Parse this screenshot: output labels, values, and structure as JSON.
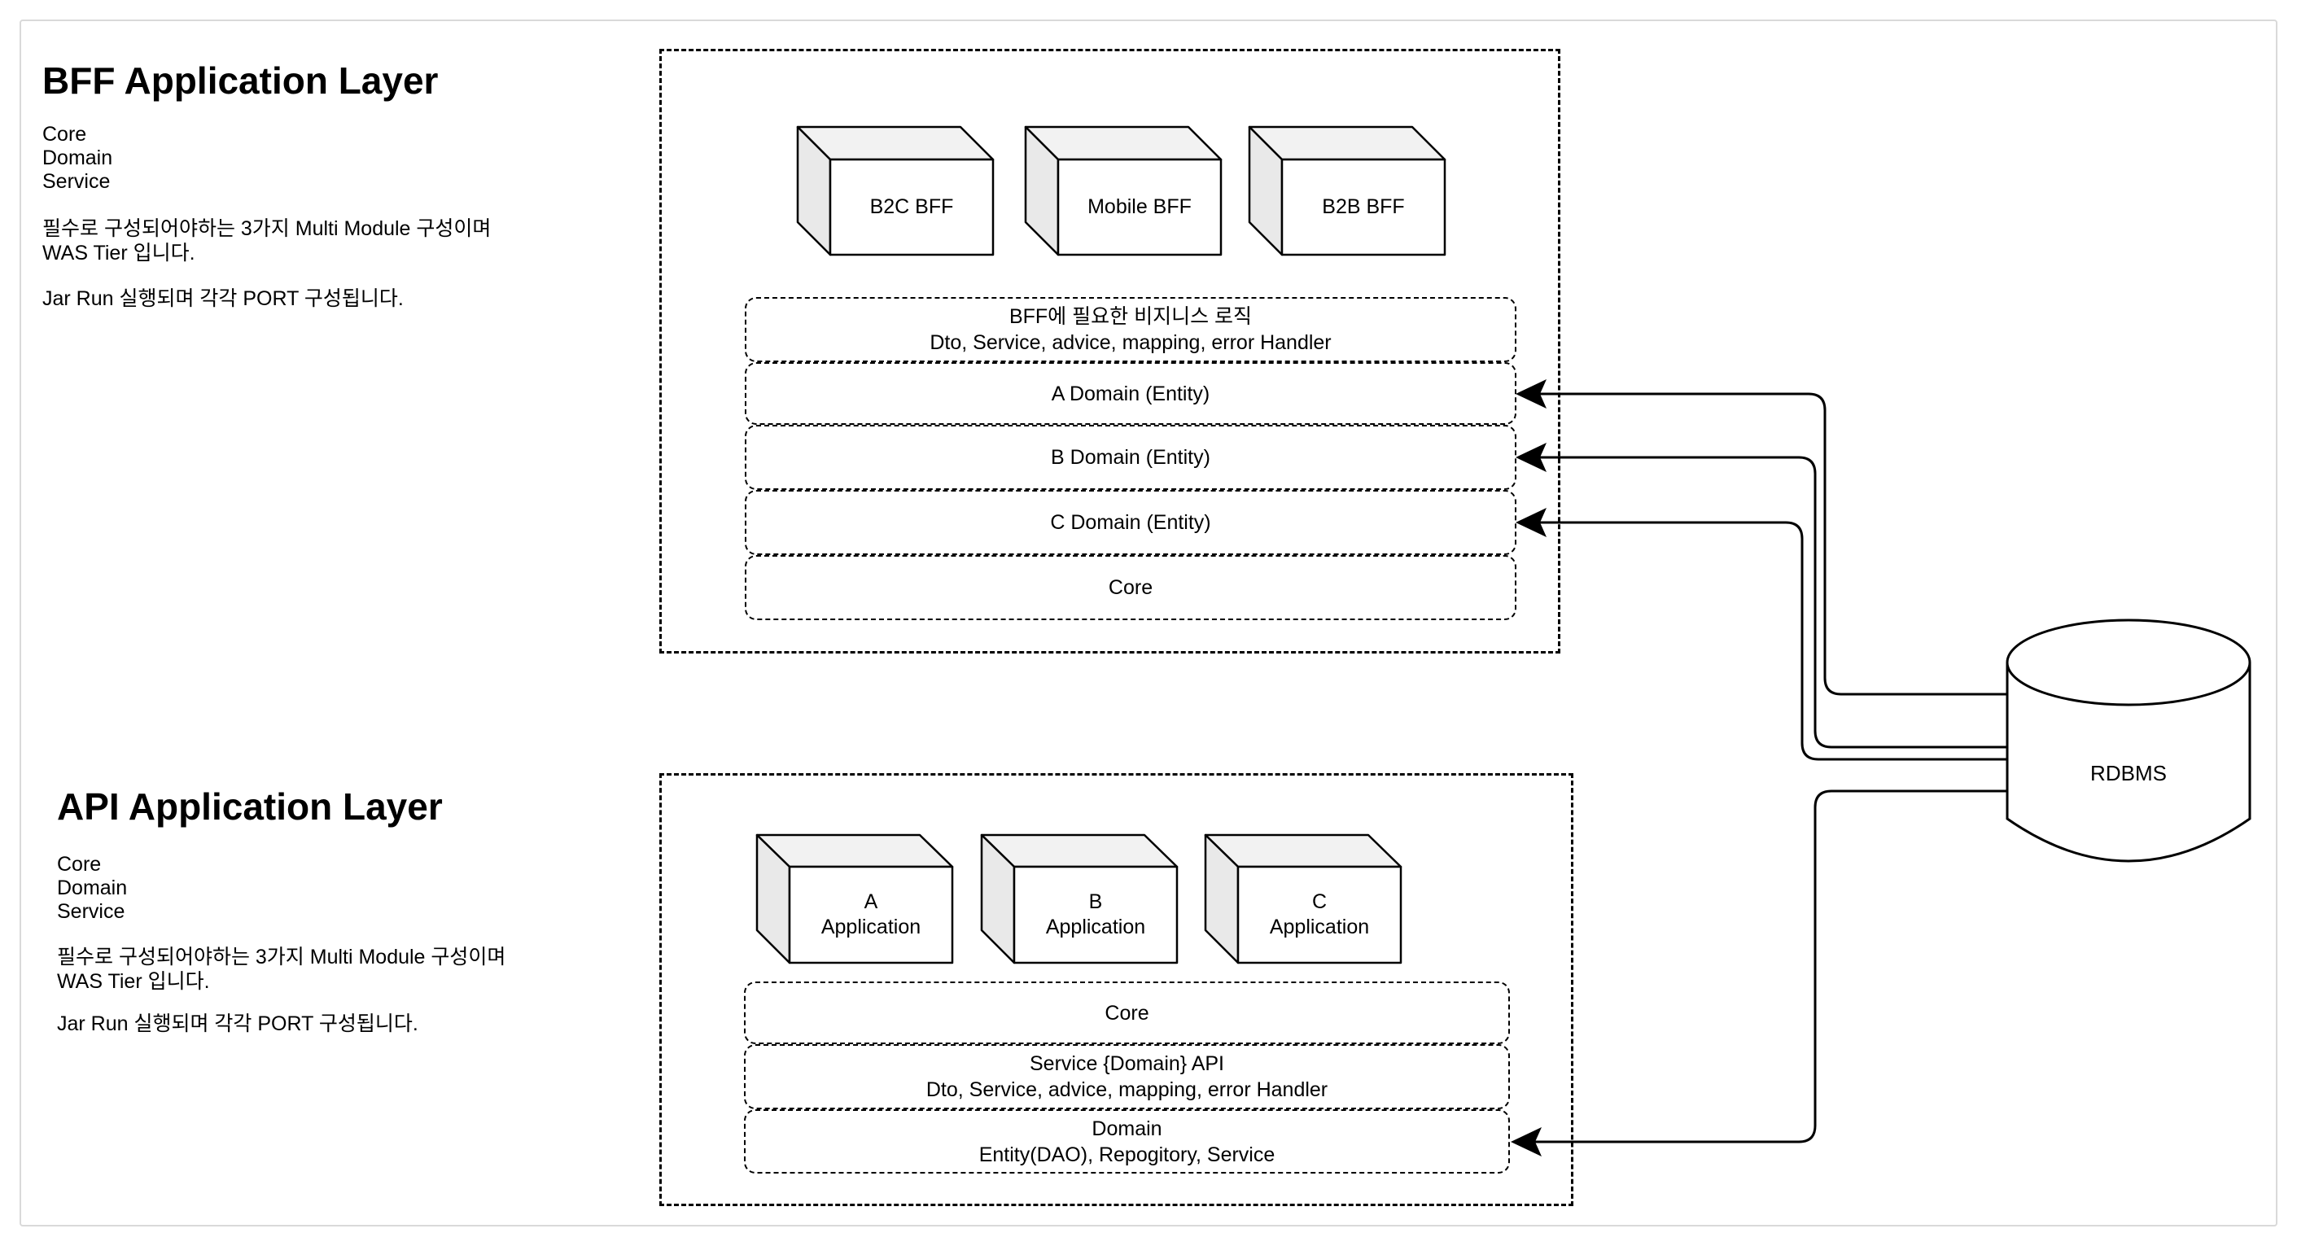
{
  "colors": {
    "line": "#000000",
    "frame": "#d9d9d9",
    "box_top": "#f2f2f2",
    "box_side": "#e9e9e9",
    "box_front": "#ffffff",
    "text": "#000000"
  },
  "bff": {
    "title": "BFF Application Layer",
    "modules": [
      "Core",
      "Domain",
      "Service"
    ],
    "desc": [
      "필수로 구성되어야하는 3가지 Multi Module 구성이며",
      "WAS Tier 입니다."
    ],
    "desc2": "Jar Run 실행되며 각각 PORT 구성됩니다.",
    "boxes": [
      "B2C BFF",
      "Mobile BFF",
      "B2B BFF"
    ],
    "rows": [
      {
        "line1": "BFF에 필요한 비지니스 로직",
        "line2": "Dto, Service, advice, mapping, error Handler"
      },
      {
        "line1": "A Domain (Entity)"
      },
      {
        "line1": "B Domain (Entity)"
      },
      {
        "line1": "C Domain (Entity)"
      },
      {
        "line1": "Core"
      }
    ]
  },
  "api": {
    "title": "API Application Layer",
    "modules": [
      "Core",
      "Domain",
      "Service"
    ],
    "desc": [
      "필수로 구성되어야하는 3가지 Multi Module 구성이며",
      "WAS Tier 입니다."
    ],
    "desc2": "Jar Run 실행되며 각각 PORT 구성됩니다.",
    "boxes": [
      {
        "line1": "A",
        "line2": "Application"
      },
      {
        "line1": "B",
        "line2": "Application"
      },
      {
        "line1": "C",
        "line2": "Application"
      }
    ],
    "rows": [
      {
        "line1": "Core"
      },
      {
        "line1": "Service {Domain} API",
        "line2": "Dto, Service, advice, mapping, error Handler"
      },
      {
        "line1": "Domain",
        "line2": "Entity(DAO), Repogitory, Service"
      }
    ]
  },
  "database": {
    "label": "RDBMS"
  }
}
